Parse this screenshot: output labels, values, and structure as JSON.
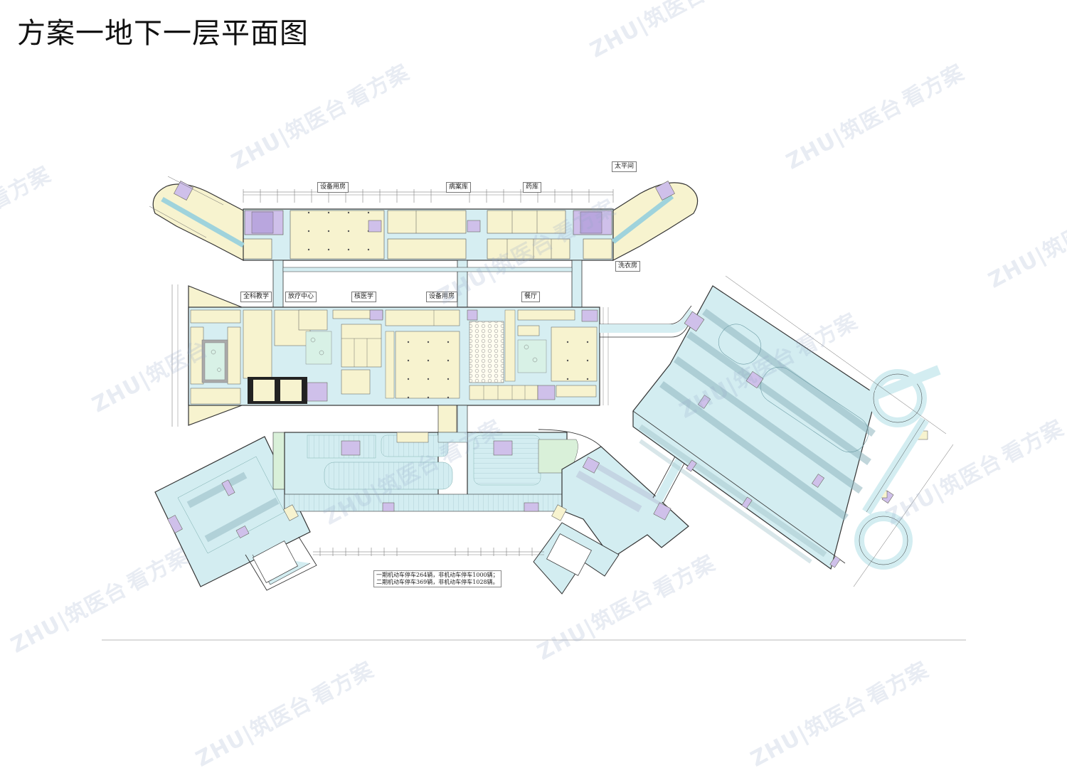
{
  "page": {
    "title": "方案一地下一层平面图"
  },
  "zones": {
    "top_row": [
      {
        "id": "equipment_top",
        "label": "设备用房"
      },
      {
        "id": "records",
        "label": "病案库"
      },
      {
        "id": "pharmacy_store",
        "label": "药库"
      },
      {
        "id": "morgue",
        "label": "太平间"
      },
      {
        "id": "laundry",
        "label": "洗衣房"
      }
    ],
    "middle_row": [
      {
        "id": "general_teaching",
        "label": "全科教学"
      },
      {
        "id": "radiotherapy",
        "label": "放疗中心"
      },
      {
        "id": "nuclear_medicine",
        "label": "核医学"
      },
      {
        "id": "equipment_mid",
        "label": "设备用房"
      },
      {
        "id": "restaurant",
        "label": "餐厅"
      }
    ]
  },
  "parking_note": {
    "line1": "一期机动车停车264辆，非机动车停车1000辆；",
    "line2": "二期机动车停车369辆，非机动车停车1028辆。"
  },
  "watermark": {
    "brand": "ZHU|筑医台",
    "slogan": "看方案"
  },
  "colors": {
    "room_fill": "#f7f3cf",
    "corridor_fill": "#d6eef2",
    "parking_fill": "#d3edf1",
    "core_fill": "#cfc0ea",
    "courtyard_fill": "#d8f1e6",
    "green_fill": "#d9f0d9",
    "wall": "#333333"
  }
}
